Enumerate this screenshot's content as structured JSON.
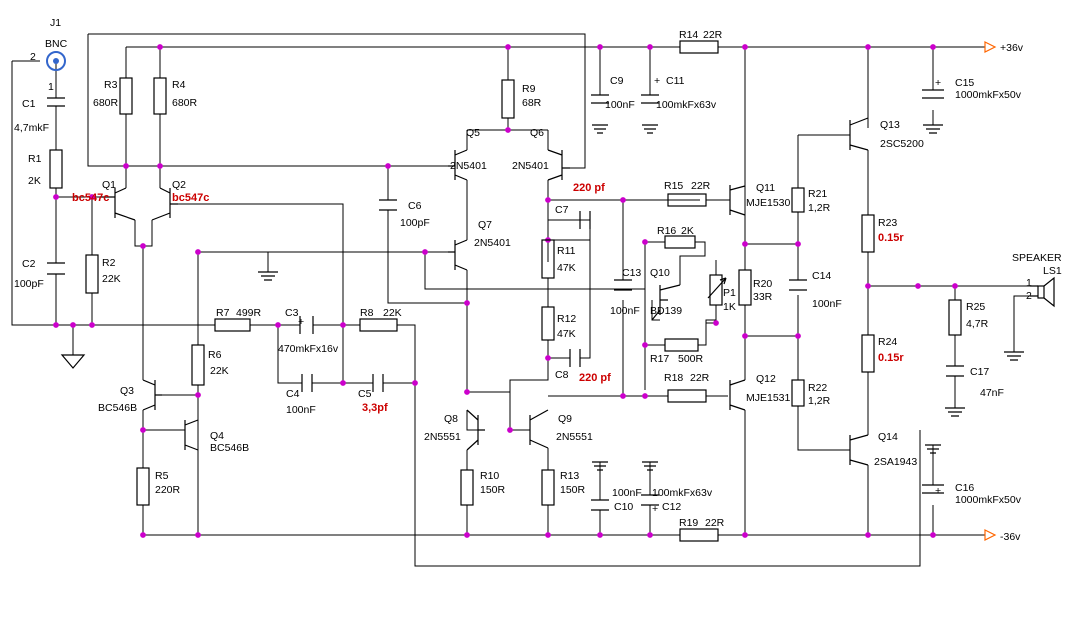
{
  "labels": {
    "J1": "J1",
    "BNC": "BNC",
    "pin2": "2",
    "pin1": "1",
    "C1": "C1",
    "C1v": "4,7mkF",
    "R1": "R1",
    "R1v": "2K",
    "C2": "C2",
    "C2v": "100pF",
    "R2": "R2",
    "R2v": "22K",
    "R3": "R3",
    "R3v": "680R",
    "R4": "R4",
    "R4v": "680R",
    "Q1": "Q1",
    "Q1v": "bc547c",
    "Q2": "Q2",
    "Q2v": "bc547c",
    "R9": "R9",
    "R9v": "68R",
    "Q5": "Q5",
    "Q5v": "2N5401",
    "Q6": "Q6",
    "Q6v": "2N5401",
    "C9": "C9",
    "C9v": "100nF",
    "C11": "C11",
    "C11v": "100mkFx63v",
    "R14": "R14",
    "R14v": "22R",
    "V36p": "+36v",
    "C15": "C15",
    "C15v": "1000mkFx50v",
    "Q13": "Q13",
    "Q13v": "2SC5200",
    "C6": "C6",
    "C6v": "100pF",
    "Q7": "Q7",
    "Q7v": "2N5401",
    "C7": "C7",
    "C7v": "220 pf",
    "R15": "R15",
    "R15v": "22R",
    "Q11": "Q11",
    "Q11v": "MJE1530",
    "R21": "R21",
    "R21v": "1,2R",
    "R23": "R23",
    "R23v": "0.15r",
    "R11": "R11",
    "R11v": "47K",
    "R16": "R16",
    "R16v": "2K",
    "C13": "C13",
    "C13v": "100nF",
    "Q10": "Q10",
    "Q10v": "BD139",
    "P1": "P1",
    "P1v": "1K",
    "R20": "R20",
    "R20v": "33R",
    "C14": "C14",
    "C14v": "100nF",
    "SPK": "SPEAKER",
    "LS1": "LS1",
    "spk1": "1",
    "spk2": "2",
    "R25": "R25",
    "R25v": "4,7R",
    "R7": "R7",
    "R7v": "499R",
    "C3": "C3",
    "C3v": "470mkFx16v",
    "R8": "R8",
    "R8v": "22K",
    "R12": "R12",
    "R12v": "47K",
    "R17": "R17",
    "R17v": "500R",
    "R6": "R6",
    "R6v": "22K",
    "C4": "C4",
    "C4v": "100nF",
    "C5": "C5",
    "C5v": "3,3pf",
    "C8": "C8",
    "C8v": "220 pf",
    "R18": "R18",
    "R18v": "22R",
    "Q12": "Q12",
    "Q12v": "MJE1531",
    "R22": "R22",
    "R22v": "1,2R",
    "R24": "R24",
    "R24v": "0.15r",
    "C17": "C17",
    "C17v": "47nF",
    "Q3": "Q3",
    "Q3v": "BC546B",
    "Q4": "Q4",
    "Q4v": "BC546B",
    "Q8": "Q8",
    "Q8v": "2N5551",
    "Q9": "Q9",
    "Q9v": "2N5551",
    "Q14": "Q14",
    "Q14v": "2SA1943",
    "R5": "R5",
    "R5v": "220R",
    "R10": "R10",
    "R10v": "150R",
    "R13": "R13",
    "R13v": "150R",
    "C10": "C10",
    "C10v": "100nF",
    "C12": "C12",
    "C12v": "100mkFx63v",
    "R19": "R19",
    "R19v": "22R",
    "C16": "C16",
    "C16v": "1000mkFx50v",
    "V36n": "-36v",
    "plus": "+"
  },
  "colors": {
    "wire": "#000000",
    "node": "#cc00cc",
    "highlight": "#cc0000",
    "rail_arrow": "#ff6600"
  }
}
